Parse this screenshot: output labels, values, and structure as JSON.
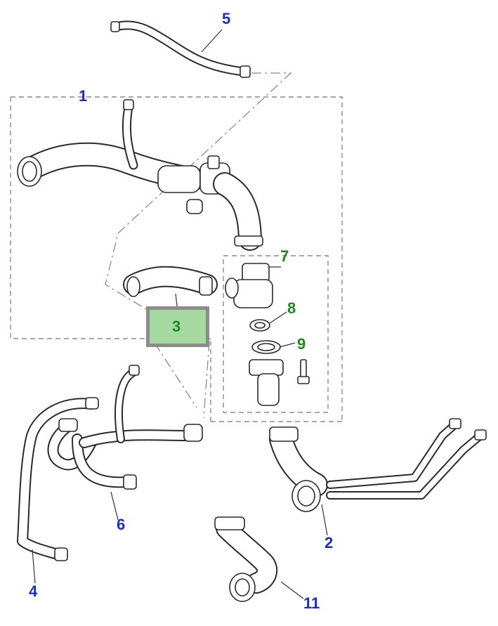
{
  "diagram": {
    "highlight_color": "#a6d9a0",
    "highlight_border_color": "#8c8c8c",
    "callout_blue": "#1a2fc8",
    "callout_green": "#1e8a1e",
    "callouts": {
      "c1": "1",
      "c2": "2",
      "c3": "3",
      "c4": "4",
      "c5": "5",
      "c6": "6",
      "c7": "7",
      "c8": "8",
      "c9": "9",
      "c11": "11"
    }
  }
}
